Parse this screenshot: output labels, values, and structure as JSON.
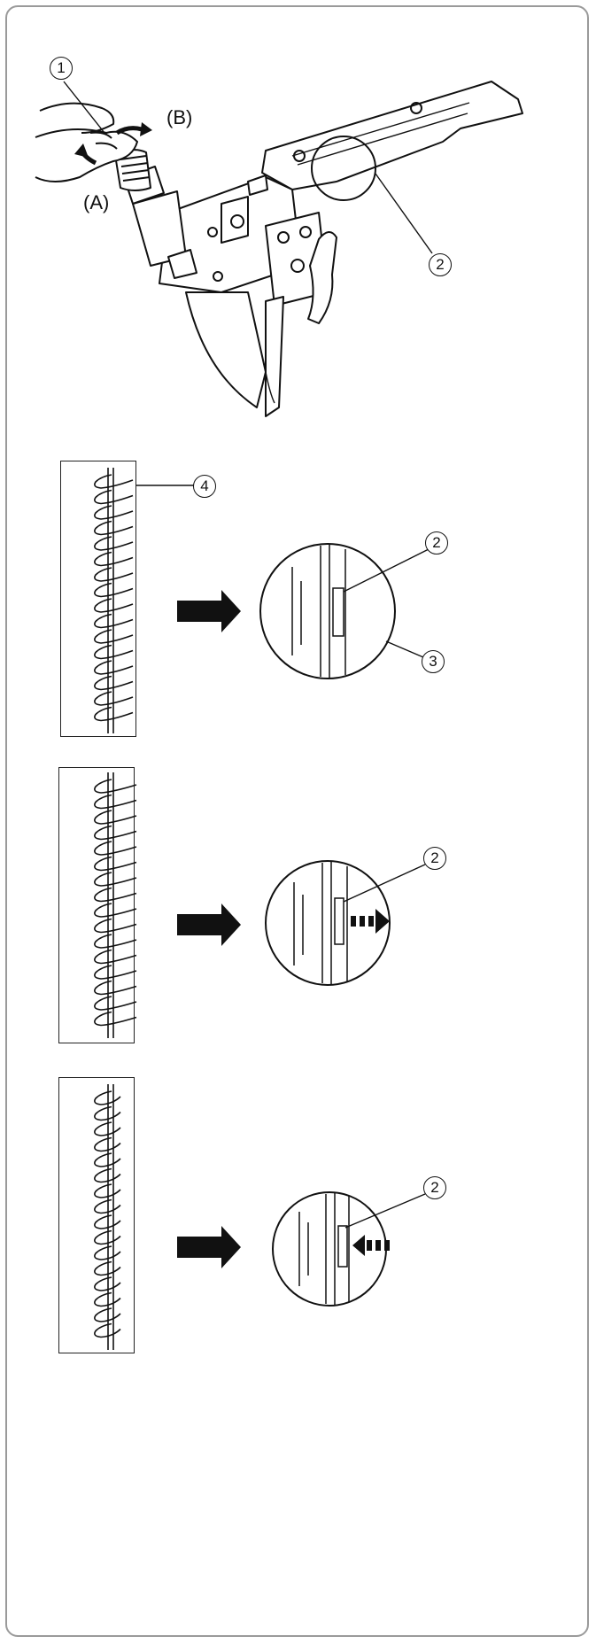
{
  "figure1": {
    "labels": {
      "a": "(A)",
      "b": "(B)"
    },
    "callouts": {
      "knob": "1",
      "finger": "2"
    }
  },
  "panels": [
    {
      "swatch_callout": "4",
      "detail_callouts": [
        "2",
        "3"
      ],
      "finger_shift": "none"
    },
    {
      "swatch_callout": "",
      "detail_callouts": [
        "2"
      ],
      "finger_shift": "right"
    },
    {
      "swatch_callout": "",
      "detail_callouts": [
        "2"
      ],
      "finger_shift": "left"
    }
  ],
  "colors": {
    "ink": "#111111",
    "frame": "#9a9a9a",
    "background": "#ffffff"
  }
}
